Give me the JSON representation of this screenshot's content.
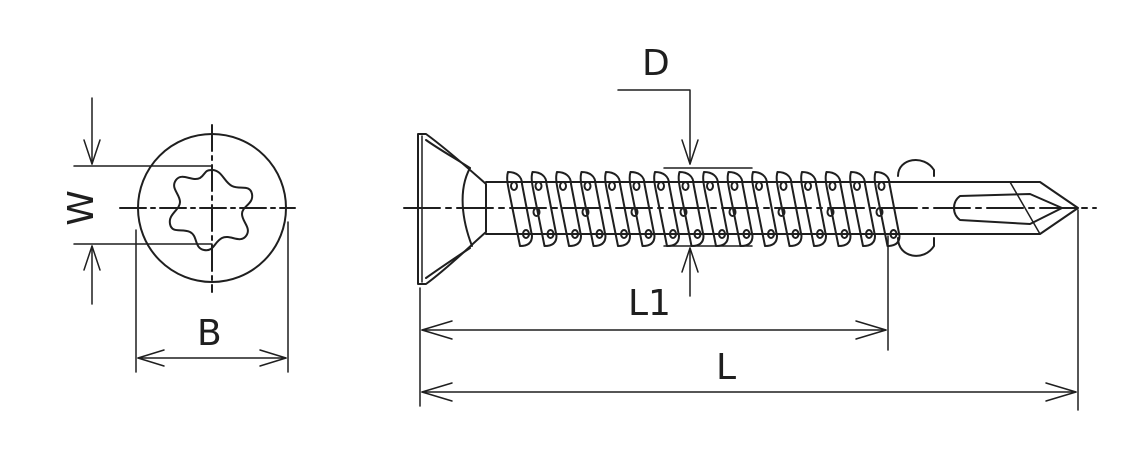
{
  "labels": {
    "w": "W",
    "b": "B",
    "d": "D",
    "l1": "L1",
    "l": "L"
  },
  "colors": {
    "line": "#1f1f1f",
    "background": "#ffffff"
  }
}
